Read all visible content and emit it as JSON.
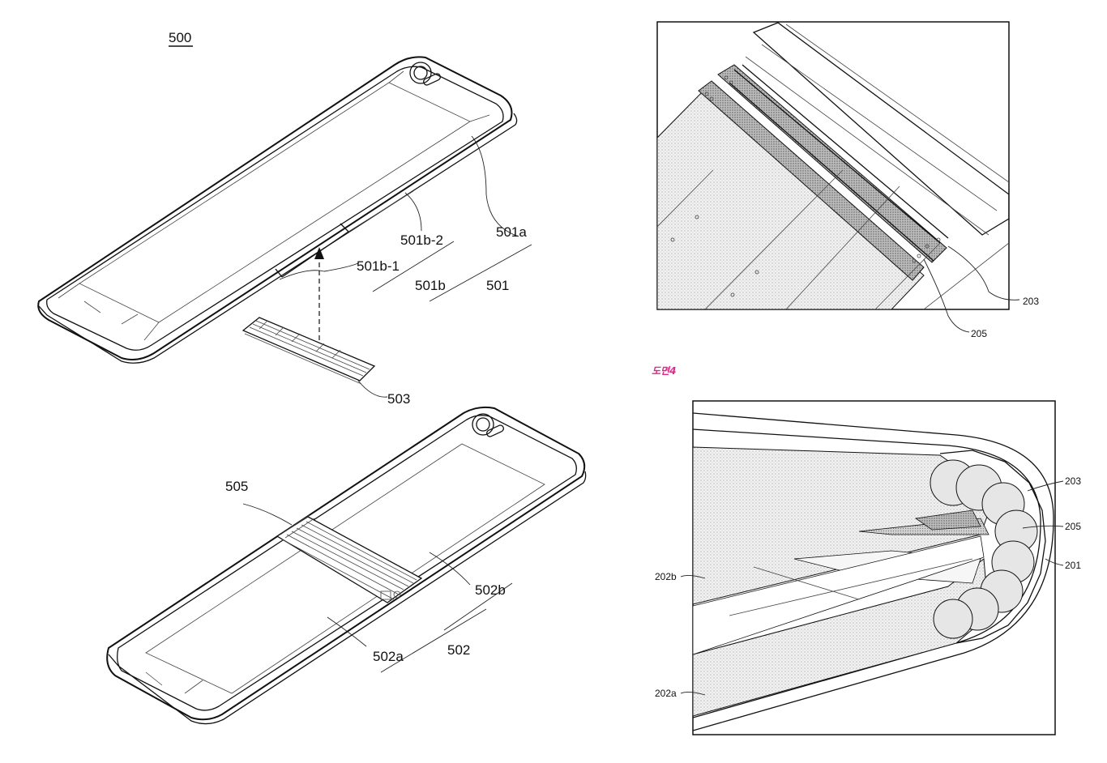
{
  "figure_title": "500",
  "figure4_title": "도면4",
  "labels_top_device": {
    "l501a": "501a",
    "l501b2": "501b-2",
    "l501b1": "501b-1",
    "l501b": "501b",
    "l501": "501",
    "l503": "503"
  },
  "labels_bottom_device": {
    "l505": "505",
    "l502b": "502b",
    "l502a": "502a",
    "l502": "502"
  },
  "labels_top_right": {
    "l203": "203",
    "l205": "205"
  },
  "labels_fig4": {
    "l203": "203",
    "l205": "205",
    "l201": "201",
    "l202b": "202b",
    "l202a": "202a"
  },
  "colors": {
    "line": "#111111",
    "fig_title_pink": "#e0278a",
    "stipple": "#d9d9d9"
  }
}
